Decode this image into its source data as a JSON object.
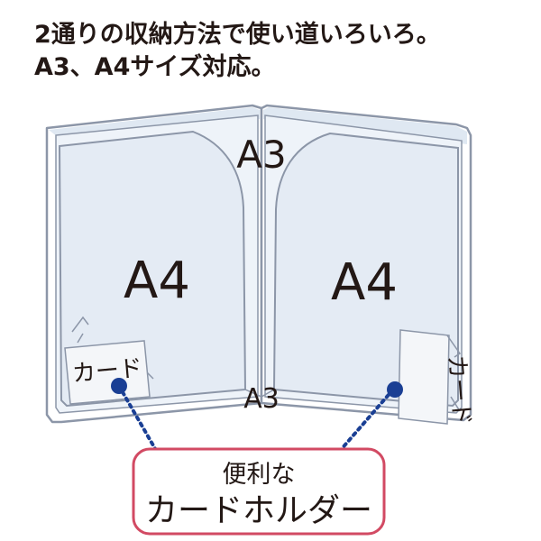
{
  "headline": {
    "line1": "2通りの収納方法で使い道いろいろ。",
    "line2": "A3、A4サイズ対応。"
  },
  "labels": {
    "a3_top": "A3",
    "a3_middle": "A3",
    "a4_left": "A4",
    "a4_right": "A4",
    "card_left": "カード",
    "card_right": "カード"
  },
  "callout": {
    "line1": "便利な",
    "line2": "カードホルダー"
  },
  "colors": {
    "text": "#231815",
    "folder_outline": "#8c96a8",
    "pocket_fill": "#e4ebf4",
    "dot": "#1a3f94",
    "callout_border": "#d24a63"
  }
}
